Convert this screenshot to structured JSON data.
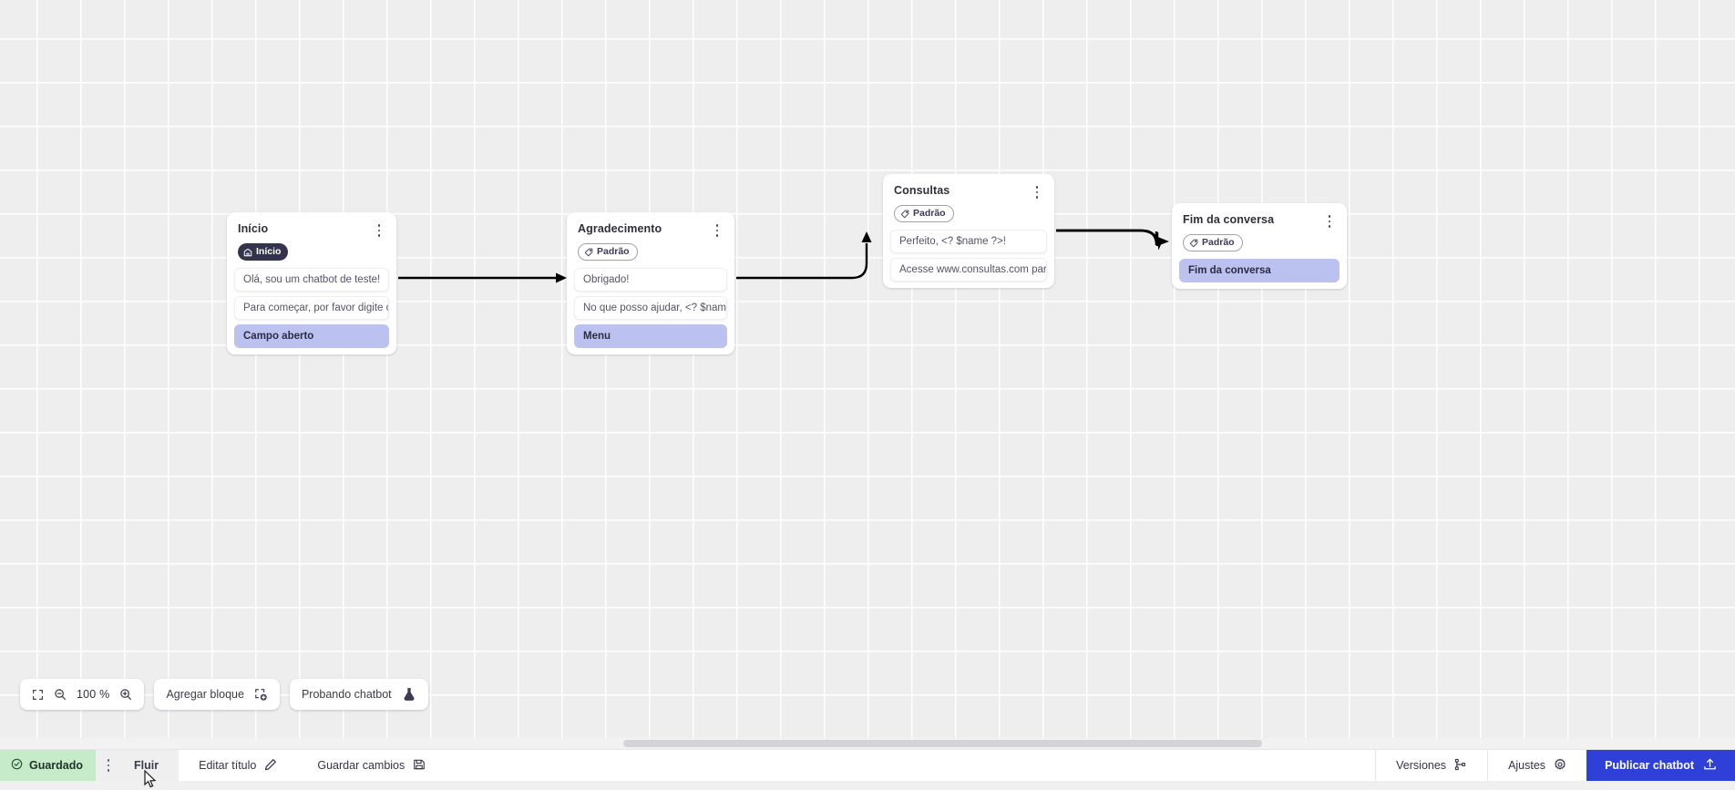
{
  "canvas": {
    "zoom_level": "100 %",
    "grid": true
  },
  "nodes": [
    {
      "id": "inicio",
      "title": "Início",
      "badge": {
        "label": "Início",
        "icon": "home-icon",
        "style": "dark"
      },
      "rows": [
        {
          "text": "Olá, sou um chatbot de teste!",
          "accent": false
        },
        {
          "text": "Para começar, por favor digite o ...",
          "accent": false
        },
        {
          "text": "Campo aberto",
          "accent": true
        }
      ]
    },
    {
      "id": "agradecimento",
      "title": "Agradecimento",
      "badge": {
        "label": "Padrão",
        "icon": "tag-icon",
        "style": "outline"
      },
      "rows": [
        {
          "text": "Obrigado!",
          "accent": false
        },
        {
          "text": "No que posso ajudar, <? $name ...",
          "accent": false
        },
        {
          "text": "Menu",
          "accent": true
        }
      ]
    },
    {
      "id": "consultas",
      "title": "Consultas",
      "badge": {
        "label": "Padrão",
        "icon": "tag-icon",
        "style": "outline"
      },
      "rows": [
        {
          "text": "Perfeito, <? $name ?>!",
          "accent": false
        },
        {
          "text": "Acesse www.consultas.com par...",
          "accent": false
        }
      ]
    },
    {
      "id": "fim",
      "title": "Fim da conversa",
      "badge": {
        "label": "Padrão",
        "icon": "tag-icon",
        "style": "outline"
      },
      "rows": [
        {
          "text": "Fim da conversa",
          "accent": true
        }
      ]
    }
  ],
  "toolbar": {
    "fit_icon": "fit-screen-icon",
    "zoom_out_icon": "zoom-out-icon",
    "zoom_value": "100 %",
    "zoom_in_icon": "zoom-in-icon",
    "add_block_label": "Agregar bloque",
    "add_block_icon": "add-block-icon",
    "test_chatbot_label": "Probando chatbot",
    "test_chatbot_icon": "flask-icon"
  },
  "bottombar": {
    "saved_label": "Guardado",
    "saved_icon": "check-circle-icon",
    "kebab_icon": "more-vertical-icon",
    "tab_label": "Fluir",
    "edit_title_label": "Editar título",
    "edit_title_icon": "pencil-icon",
    "save_changes_label": "Guardar cambios",
    "save_changes_icon": "floppy-disk-icon",
    "versions_label": "Versiones",
    "versions_icon": "branch-icon",
    "settings_label": "Ajustes",
    "settings_icon": "gear-icon",
    "publish_label": "Publicar chatbot",
    "publish_icon": "upload-icon"
  },
  "colors": {
    "accent_row": "#bcc2f0",
    "publish_button": "#2f40d8",
    "saved_chip": "#c6ebc9",
    "canvas_bg": "#eeeeef"
  }
}
